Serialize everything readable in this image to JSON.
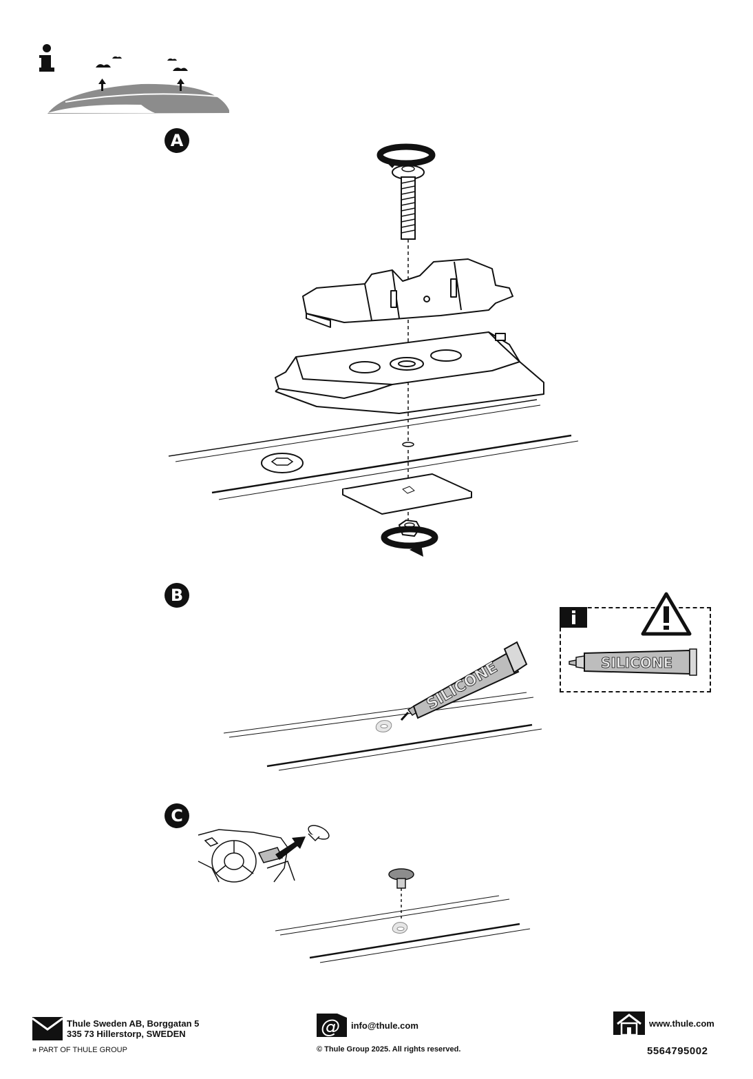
{
  "steps": {
    "a": {
      "label": "A"
    },
    "b": {
      "label": "B"
    },
    "c": {
      "label": "C"
    }
  },
  "tube_label": "SILICONE",
  "info_box_tube_label": "SILICONE",
  "footer": {
    "company_line1": "Thule Sweden AB, Borggatan 5",
    "company_line2": "335 73 Hillerstorp, SWEDEN",
    "group": "PART OF THULE GROUP",
    "email": "info@thule.com",
    "copyright": "© Thule Group 2025. All rights reserved.",
    "website": "www.thule.com",
    "doc_number": "5564795002"
  },
  "icons": {
    "info": "info-icon",
    "warning": "warning-triangle-icon",
    "mail": "envelope-icon",
    "at": "at-sign-icon",
    "home": "house-icon"
  },
  "colors": {
    "ink": "#111111",
    "grey_fill": "#8c8c8c",
    "light_grey": "#d4d4d4"
  }
}
